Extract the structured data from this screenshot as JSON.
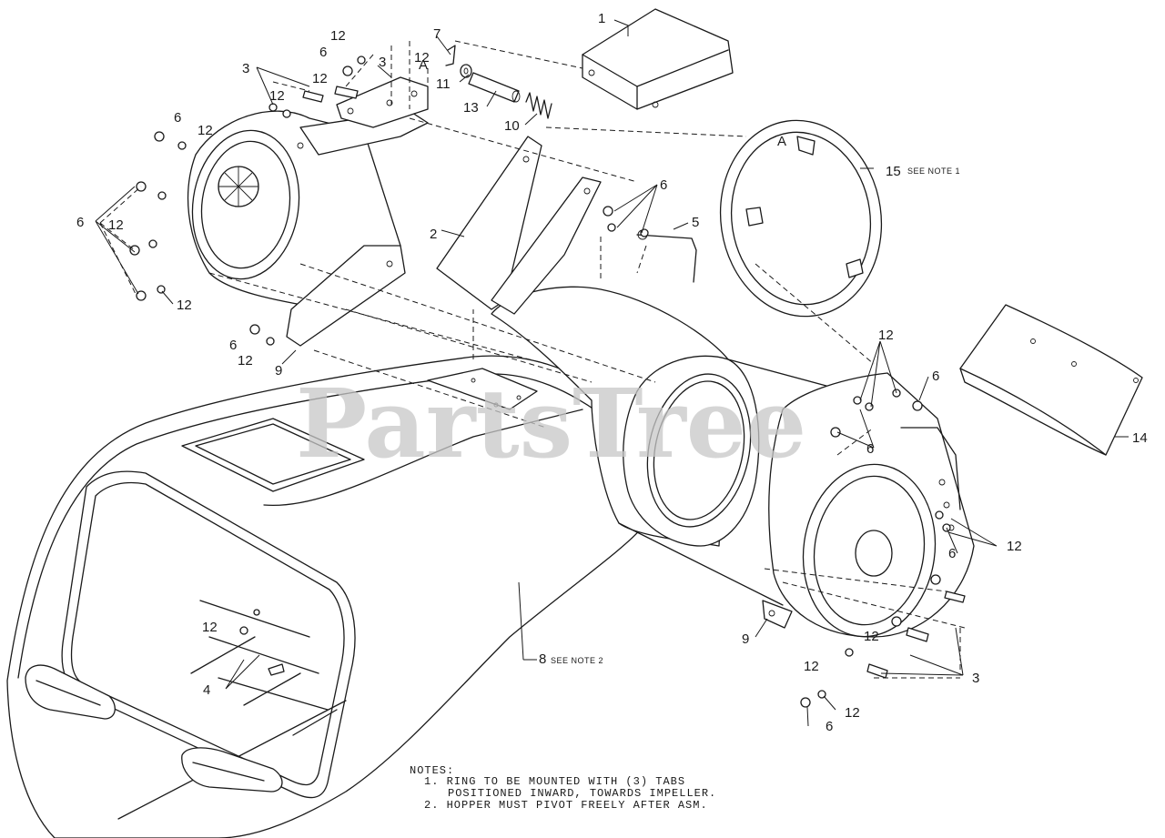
{
  "watermark": "PartsTree",
  "callouts": {
    "c1": "1",
    "c2": "2",
    "c3a": "3",
    "c3b": "3",
    "c3c": "3",
    "c4": "4",
    "c5": "5",
    "c6a": "6",
    "c6b": "6",
    "c6c": "6",
    "c6d": "6",
    "c6e": "6",
    "c6f": "6",
    "c6g": "6",
    "c6h": "6",
    "c6i": "6",
    "c7": "7",
    "c8": "8",
    "c9a": "9",
    "c9b": "9",
    "c10": "10",
    "c11": "11",
    "c12a": "12",
    "c12b": "12",
    "c12c": "12",
    "c12d": "12",
    "c12e": "12",
    "c12f": "12",
    "c12g": "12",
    "c12h": "12",
    "c12i": "12",
    "c12j": "12",
    "c12k": "12",
    "c12l": "12",
    "c12m": "12",
    "c12n": "12",
    "c13": "13",
    "c14": "14",
    "c15": "15",
    "refA1": "A",
    "refA2": "A"
  },
  "note_refs": {
    "n15": "SEE NOTE 1",
    "n8": "SEE NOTE 2"
  },
  "notes": {
    "header": "NOTES:",
    "line1": "1. RING TO BE MOUNTED WITH (3) TABS",
    "line2": "POSITIONED INWARD, TOWARDS IMPELLER.",
    "line3": "2. HOPPER MUST PIVOT FREELY AFTER ASM."
  }
}
